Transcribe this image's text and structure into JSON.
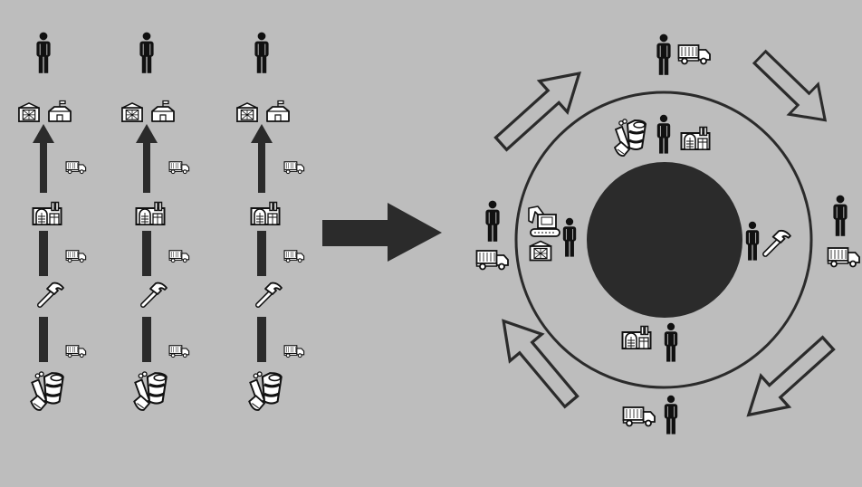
{
  "diagram": {
    "left_panel": "linear-economy",
    "right_panel": "circular-economy",
    "linear_columns": 3,
    "colors": {
      "background": "#bdbdbd",
      "dark": "#2b2b2b",
      "icon_fill": "#ffffff",
      "icon_stroke": "#111111"
    }
  }
}
